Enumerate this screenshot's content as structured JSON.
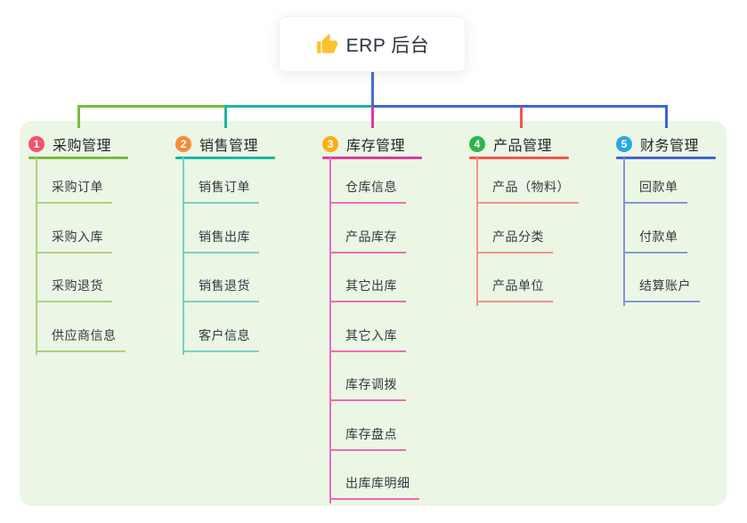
{
  "root": {
    "icon": "thumbs-up-icon",
    "title": "ERP 后台",
    "icon_color": "#fdc02f",
    "connector_color": "#4b68d8"
  },
  "panel": {
    "background": "#ebf6e5"
  },
  "branches": [
    {
      "badge": "1",
      "badge_color": "#f2536d",
      "line_color": "#7cb93e",
      "child_line_color": "#aad37c",
      "label": "采购管理",
      "children": [
        "采购订单",
        "采购入库",
        "采购退货",
        "供应商信息"
      ]
    },
    {
      "badge": "2",
      "badge_color": "#f78b3c",
      "line_color": "#17b8a6",
      "child_line_color": "#79d0c3",
      "label": "销售管理",
      "children": [
        "销售订单",
        "销售出库",
        "销售退货",
        "客户信息"
      ]
    },
    {
      "badge": "3",
      "badge_color": "#fbae17",
      "line_color": "#dd3a9e",
      "child_line_color": "#f06ab8",
      "label": "库存管理",
      "children": [
        "仓库信息",
        "产品库存",
        "其它出库",
        "其它入库",
        "库存调拨",
        "库存盘点",
        "出库库明细"
      ]
    },
    {
      "badge": "4",
      "badge_color": "#2db54b",
      "line_color": "#f4544c",
      "child_line_color": "#f69288",
      "label": "产品管理",
      "children": [
        "产品（物料）",
        "产品分类",
        "产品单位"
      ]
    },
    {
      "badge": "5",
      "badge_color": "#2aa7e8",
      "line_color": "#3f63d8",
      "child_line_color": "#8496dd",
      "label": "财务管理",
      "children": [
        "回款单",
        "付款单",
        "结算账户"
      ]
    }
  ]
}
